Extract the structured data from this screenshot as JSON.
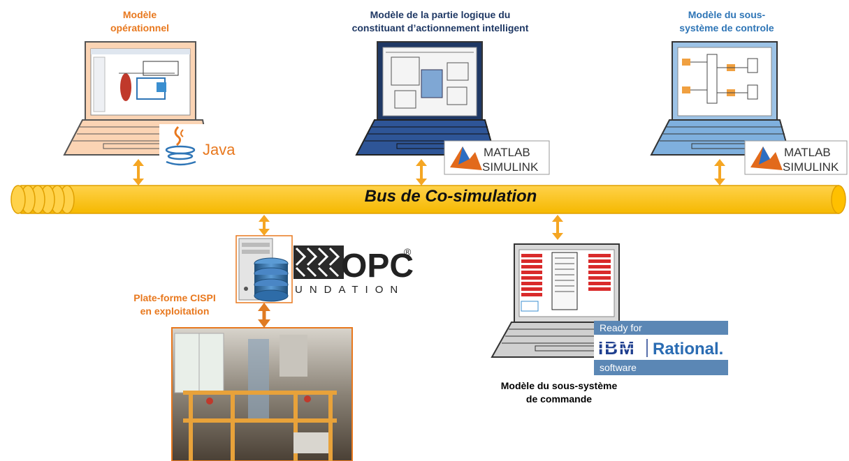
{
  "bus": {
    "label": "Bus de Co-simulation"
  },
  "models": {
    "operational": {
      "label": "Modèle\nopérationnel",
      "color": "#e8781e"
    },
    "logic": {
      "label": "Modèle de la partie logique du\nconstituant d’actionnement intelligent",
      "color": "#1f3864"
    },
    "control": {
      "label": "Modèle du sous-\nsystème de controle",
      "color": "#2e75b6"
    },
    "command": {
      "label": "Modèle du sous-système\nde commande",
      "color": "#000000"
    }
  },
  "platform": {
    "label": "Plate-forme CISPI\nen exploitation",
    "color": "#e8781e"
  },
  "logos": {
    "java": {
      "text": "Java"
    },
    "matlab1": {
      "line1": "MATLAB",
      "line2": "SIMULINK"
    },
    "matlab2": {
      "line1": "MATLAB",
      "line2": "SIMULINK"
    },
    "opc": {
      "main": "OPC",
      "reg": "®",
      "sub": "UNDATION"
    },
    "ibm": {
      "ready": "Ready for",
      "ibm": "IBM",
      "rational": "Rational.",
      "software": "software"
    }
  },
  "colors": {
    "bus": "#ffc000",
    "arrow_orange": "#f5a623",
    "arrow_dark": "#e07b22"
  }
}
